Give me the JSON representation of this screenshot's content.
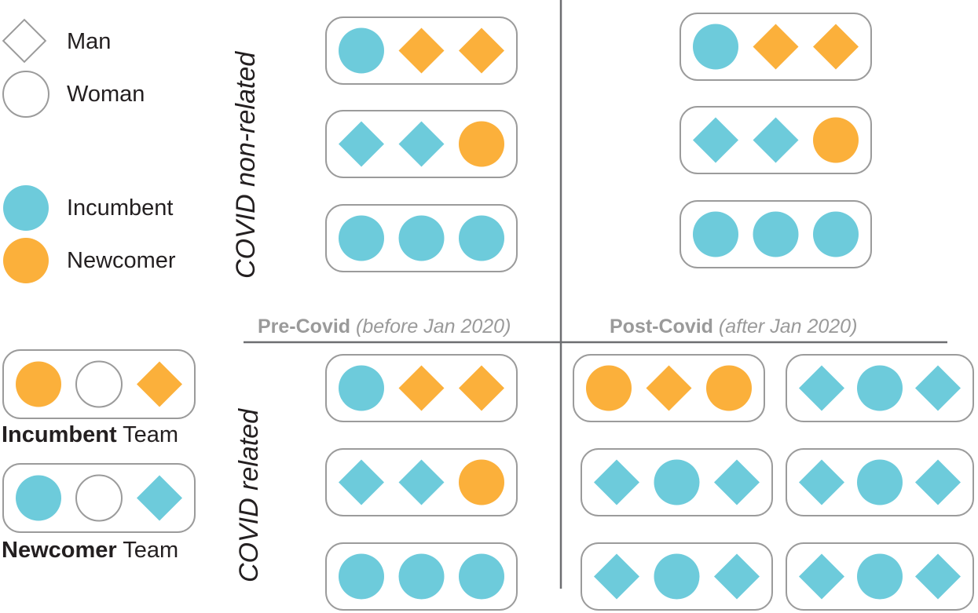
{
  "colors": {
    "incumbent": "#6dcbdb",
    "newcomer": "#fbb03b",
    "box": "#9b9b9b",
    "axis": "#6d6e71",
    "period_text": "#9a9a9a"
  },
  "legend": {
    "man": "Man",
    "woman": "Woman",
    "incumbent": "Incumbent",
    "newcomer": "Newcomer"
  },
  "teams": {
    "incumbent_bold": "Incumbent",
    "incumbent_rest": " Team",
    "incumbent_members": [
      {
        "role": "newcomer",
        "gender": "woman"
      },
      {
        "role": "none",
        "gender": "woman"
      },
      {
        "role": "newcomer",
        "gender": "man"
      }
    ],
    "newcomer_bold": "Newcomer",
    "newcomer_rest": " Team",
    "newcomer_members": [
      {
        "role": "incumbent",
        "gender": "woman"
      },
      {
        "role": "none",
        "gender": "woman"
      },
      {
        "role": "incumbent",
        "gender": "man"
      }
    ]
  },
  "axes": {
    "top_label": "COVID non-related",
    "bottom_label": "COVID related",
    "pre_bold": "Pre-Covid",
    "pre_italic": "(before Jan 2020)",
    "post_bold": "Post-Covid",
    "post_italic": "(after Jan 2020)"
  },
  "quadrants": {
    "pre_nonrelated": [
      [
        {
          "role": "incumbent",
          "gender": "woman"
        },
        {
          "role": "newcomer",
          "gender": "man"
        },
        {
          "role": "newcomer",
          "gender": "man"
        }
      ],
      [
        {
          "role": "incumbent",
          "gender": "man"
        },
        {
          "role": "incumbent",
          "gender": "man"
        },
        {
          "role": "newcomer",
          "gender": "woman"
        }
      ],
      [
        {
          "role": "incumbent",
          "gender": "woman"
        },
        {
          "role": "incumbent",
          "gender": "woman"
        },
        {
          "role": "incumbent",
          "gender": "woman"
        }
      ]
    ],
    "post_nonrelated": [
      [
        {
          "role": "incumbent",
          "gender": "woman"
        },
        {
          "role": "newcomer",
          "gender": "man"
        },
        {
          "role": "newcomer",
          "gender": "man"
        }
      ],
      [
        {
          "role": "incumbent",
          "gender": "man"
        },
        {
          "role": "incumbent",
          "gender": "man"
        },
        {
          "role": "newcomer",
          "gender": "woman"
        }
      ],
      [
        {
          "role": "incumbent",
          "gender": "woman"
        },
        {
          "role": "incumbent",
          "gender": "woman"
        },
        {
          "role": "incumbent",
          "gender": "woman"
        }
      ]
    ],
    "pre_related": [
      [
        {
          "role": "incumbent",
          "gender": "woman"
        },
        {
          "role": "newcomer",
          "gender": "man"
        },
        {
          "role": "newcomer",
          "gender": "man"
        }
      ],
      [
        {
          "role": "incumbent",
          "gender": "man"
        },
        {
          "role": "incumbent",
          "gender": "man"
        },
        {
          "role": "newcomer",
          "gender": "woman"
        }
      ],
      [
        {
          "role": "incumbent",
          "gender": "woman"
        },
        {
          "role": "incumbent",
          "gender": "woman"
        },
        {
          "role": "incumbent",
          "gender": "woman"
        }
      ]
    ],
    "post_related_left": [
      [
        {
          "role": "newcomer",
          "gender": "woman"
        },
        {
          "role": "newcomer",
          "gender": "man"
        },
        {
          "role": "newcomer",
          "gender": "woman"
        }
      ],
      [
        {
          "role": "incumbent",
          "gender": "man"
        },
        {
          "role": "incumbent",
          "gender": "woman"
        },
        {
          "role": "incumbent",
          "gender": "man"
        }
      ],
      [
        {
          "role": "incumbent",
          "gender": "man"
        },
        {
          "role": "incumbent",
          "gender": "woman"
        },
        {
          "role": "incumbent",
          "gender": "man"
        }
      ]
    ],
    "post_related_right": [
      [
        {
          "role": "incumbent",
          "gender": "man"
        },
        {
          "role": "incumbent",
          "gender": "woman"
        },
        {
          "role": "incumbent",
          "gender": "man"
        }
      ],
      [
        {
          "role": "incumbent",
          "gender": "man"
        },
        {
          "role": "incumbent",
          "gender": "woman"
        },
        {
          "role": "incumbent",
          "gender": "man"
        }
      ],
      [
        {
          "role": "incumbent",
          "gender": "man"
        },
        {
          "role": "incumbent",
          "gender": "woman"
        },
        {
          "role": "incumbent",
          "gender": "man"
        }
      ]
    ]
  }
}
